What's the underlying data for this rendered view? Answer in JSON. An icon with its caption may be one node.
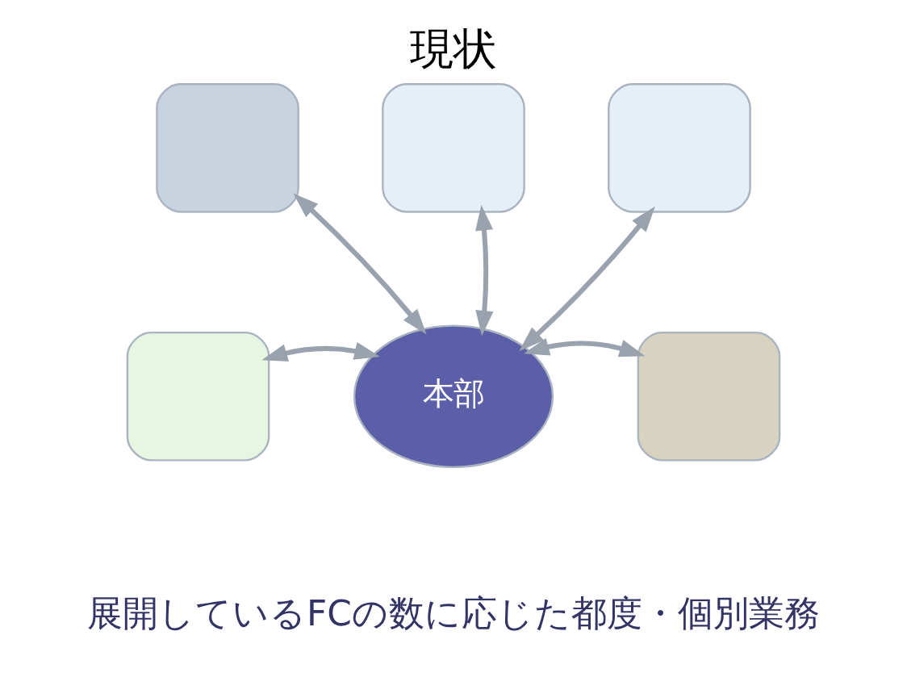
{
  "diagram": {
    "title": "現状",
    "caption": "展開しているFCの数に応じた都度・個別業務",
    "nodes": [
      {
        "text": [],
        "shape": "box"
      },
      {
        "text": [],
        "shape": "box"
      },
      {
        "text": [],
        "shape": "box"
      },
      {
        "text": [],
        "shape": "box"
      },
      {
        "text": [
          "本部"
        ]
      },
      {
        "text": [],
        "shape": "box"
      }
    ],
    "edges": [
      {
        "from": 4,
        "to": 0,
        "arrow": "both"
      },
      {
        "from": 4,
        "to": 1,
        "arrow": "both"
      },
      {
        "from": 4,
        "to": 2,
        "arrow": "both"
      },
      {
        "from": 4,
        "to": 3,
        "arrow": "both"
      },
      {
        "from": 4,
        "to": 5,
        "arrow": "both"
      }
    ]
  }
}
